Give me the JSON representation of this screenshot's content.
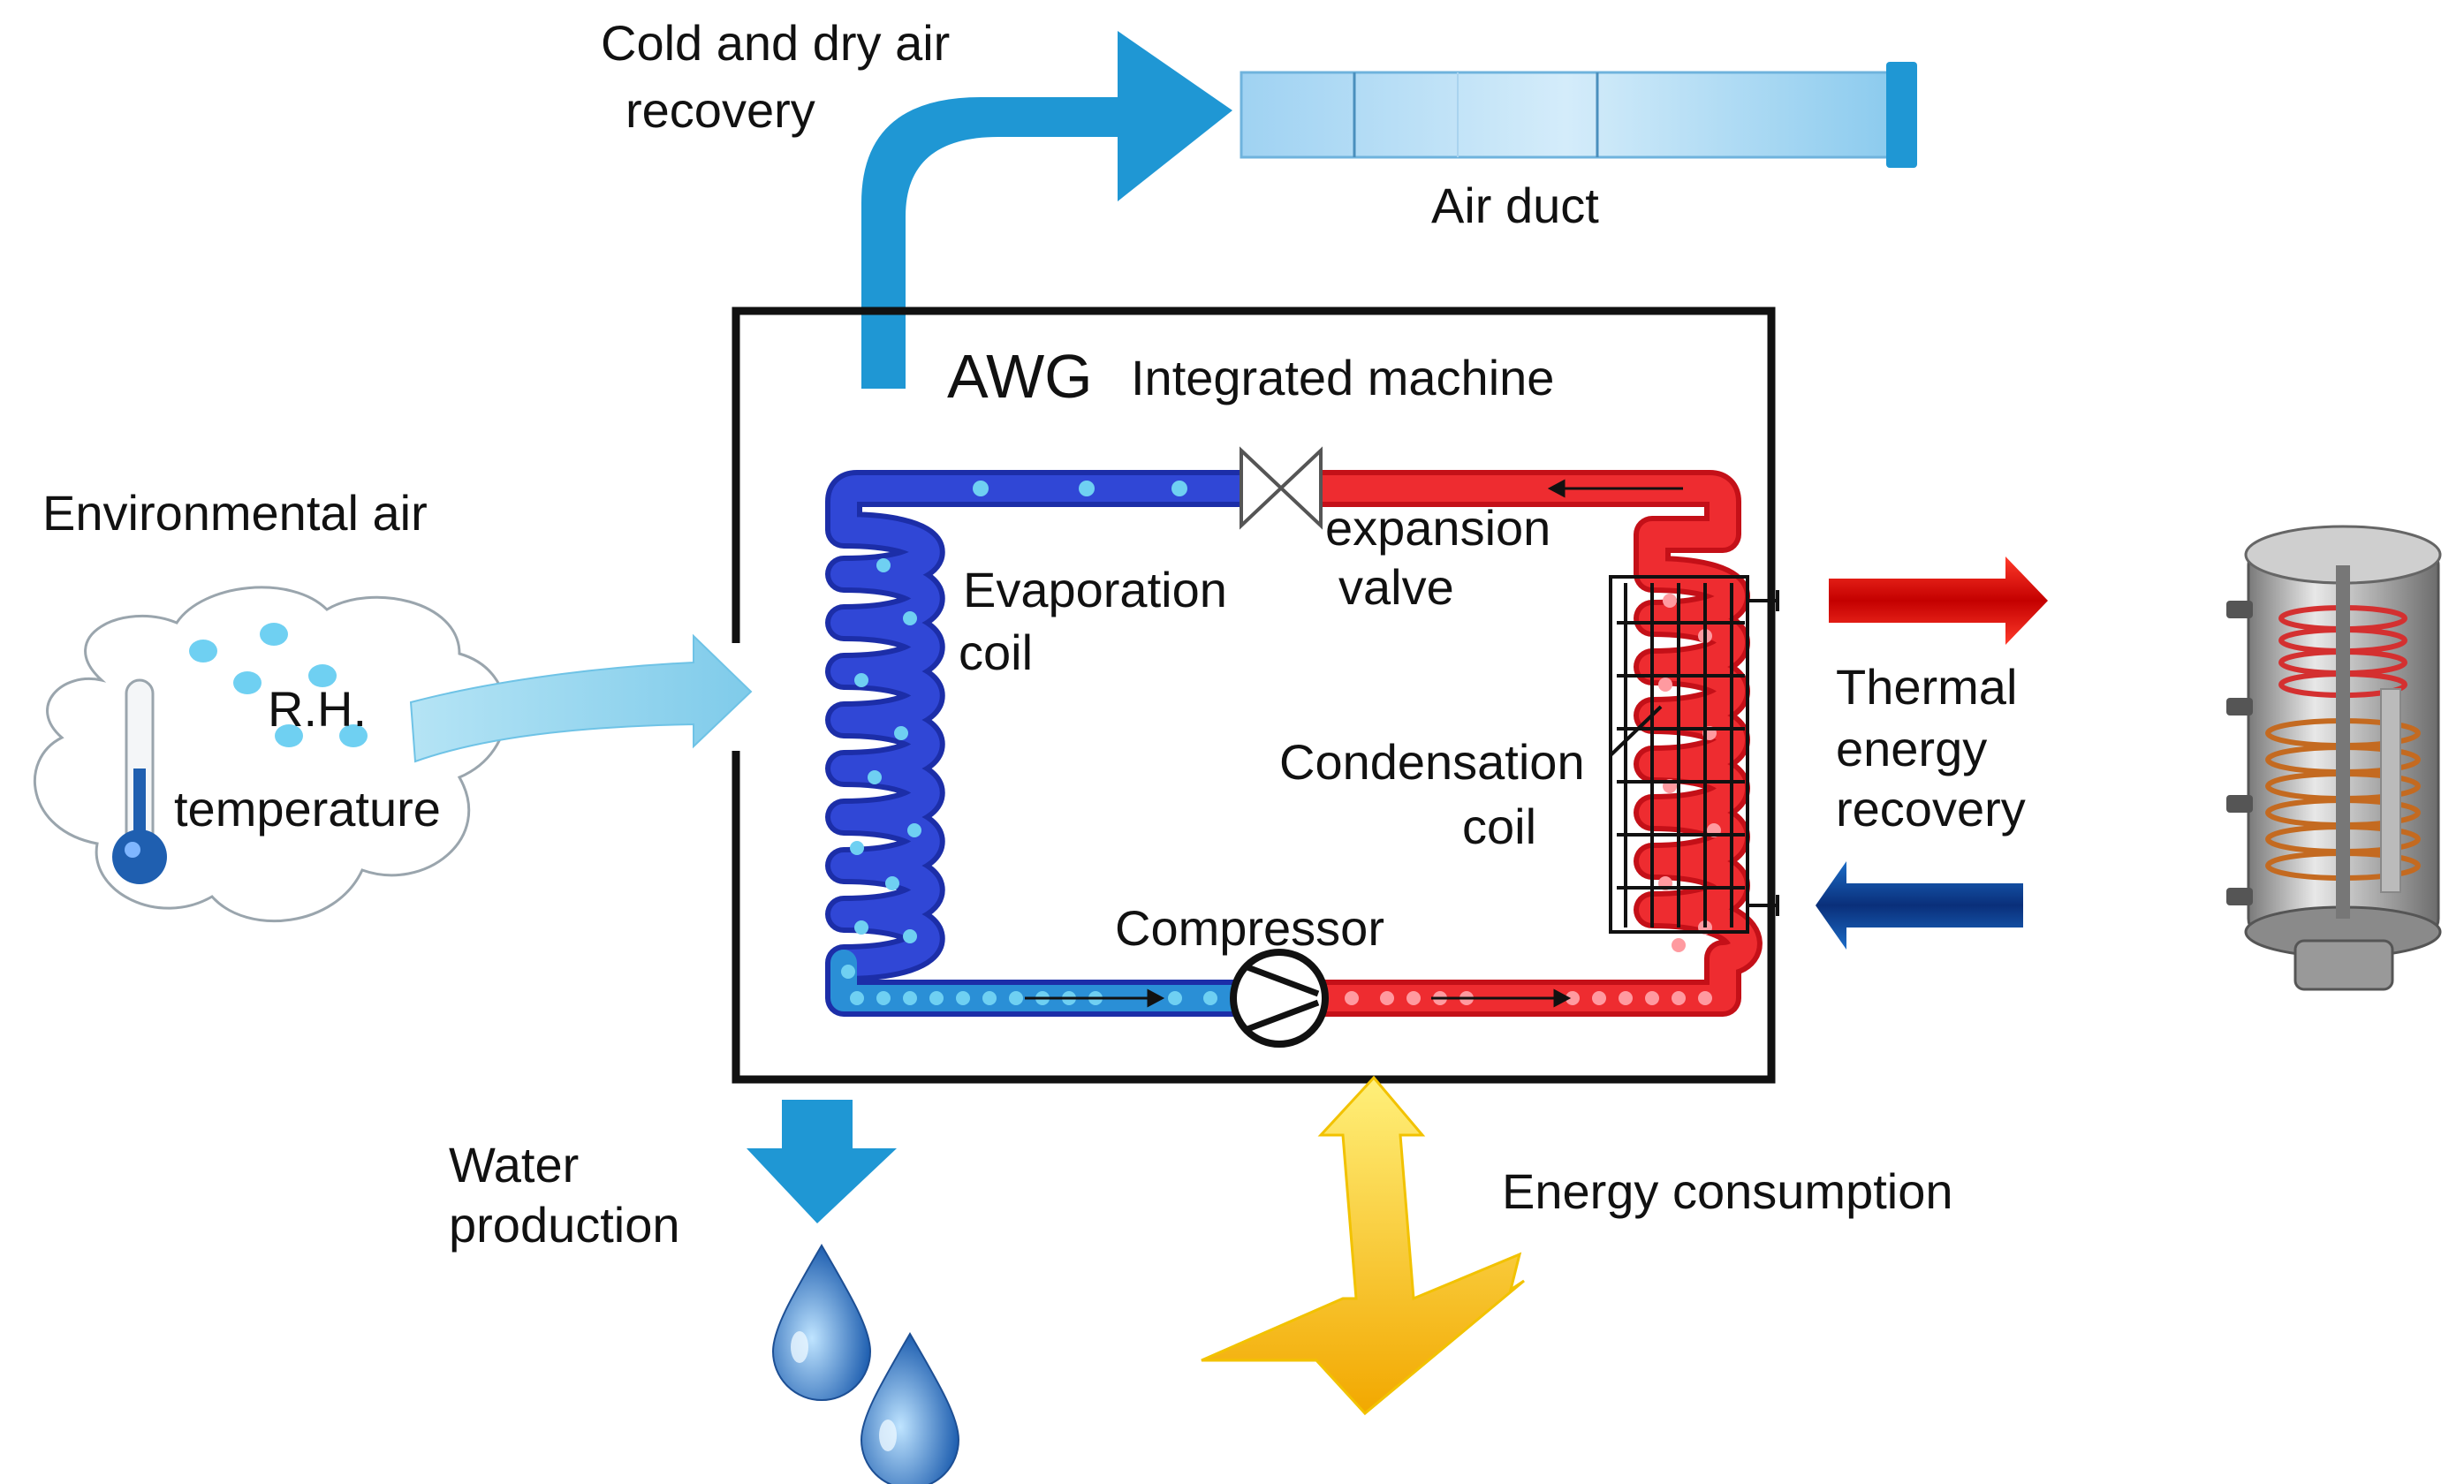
{
  "labels": {
    "cold_dry_air_line1": "Cold and dry air",
    "cold_dry_air_line2": "recovery",
    "air_duct": "Air duct",
    "awg": "AWG",
    "integrated_machine": "Integrated machine",
    "environmental_air": "Environmental air",
    "rh": "R.H.",
    "temperature": "temperature",
    "evaporation_line1": "Evaporation",
    "evaporation_line2": "coil",
    "expansion_line1": "expansion",
    "expansion_line2": "valve",
    "condensation_line1": "Condensation",
    "condensation_line2": "coil",
    "compressor": "Compressor",
    "thermal_line1": "Thermal",
    "thermal_line2": "energy",
    "thermal_line3": "recovery",
    "water_line1": "Water",
    "water_line2": "production",
    "energy_consumption": "Energy consumption"
  },
  "colors": {
    "cold_loop": "#2a3fc4",
    "warm_loop": "#e8262b",
    "air_flow": "#1f97d4",
    "ambient_air": "#9cd8ef",
    "energy": "#f5c400",
    "machine_frame": "#111111"
  },
  "icons": [
    "thermometer-icon",
    "cloud-icon",
    "water-drop-icon",
    "lightning-icon",
    "storage-tank-icon",
    "compressor-icon",
    "expansion-valve-icon"
  ]
}
